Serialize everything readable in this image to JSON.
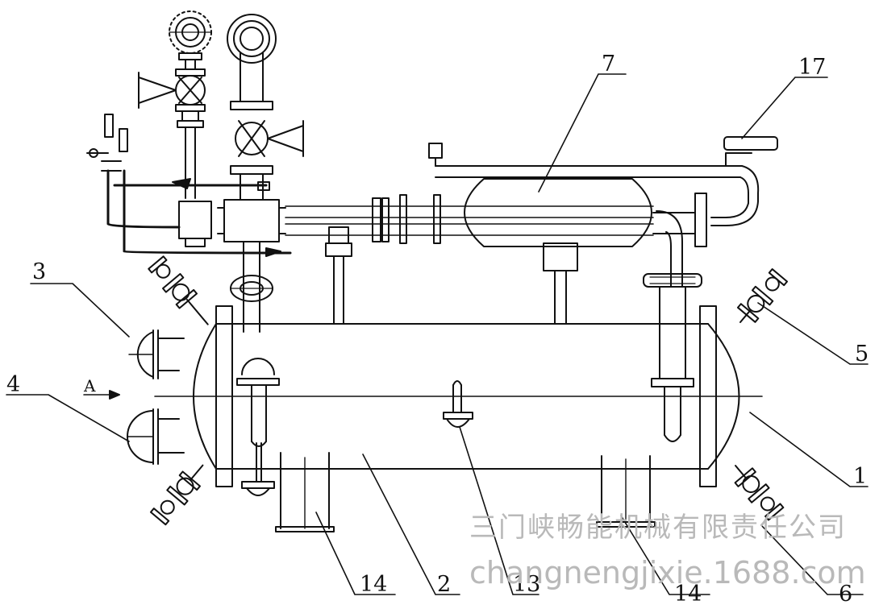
{
  "colors": {
    "line": "#111111",
    "watermark": "#b9b9b9",
    "background": "#ffffff"
  },
  "labels": {
    "l1": "1",
    "l2": "2",
    "l3": "3",
    "l4": "4",
    "l5": "5",
    "l6": "6",
    "l7": "7",
    "l13": "13",
    "l14a": "14",
    "l14b": "14",
    "l17": "17",
    "arrowA": "A"
  },
  "watermark": {
    "line1": "三门峡畅能机械有限责任公司",
    "line2": "changnengjixie.1688.com"
  }
}
